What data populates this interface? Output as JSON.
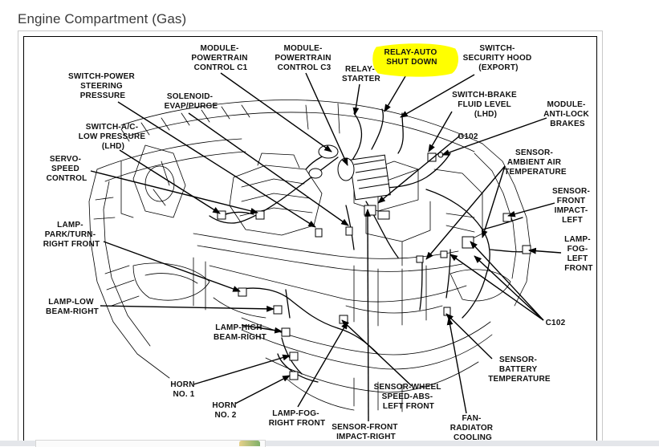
{
  "page": {
    "title": "Engine Compartment (Gas)"
  },
  "labels": {
    "module_powertrain_c1": [
      "MODULE-",
      "POWERTRAIN",
      "CONTROL C1"
    ],
    "module_powertrain_c3": [
      "MODULE-",
      "POWERTRAIN",
      "CONTROL C3"
    ],
    "relay_starter": [
      "RELAY-",
      "STARTER"
    ],
    "relay_auto_shutdown": [
      "RELAY-AUTO",
      "SHUT DOWN"
    ],
    "switch_security_hood": [
      "SWITCH-",
      "SECURITY HOOD",
      "(EXPORT)"
    ],
    "switch_power_steering": [
      "SWITCH-POWER",
      "STEERING",
      "PRESSURE"
    ],
    "solenoid_evap": [
      "SOLENOID-",
      "EVAP/PURGE"
    ],
    "switch_brake_fluid": [
      "SWITCH-BRAKE",
      "FLUID LEVEL",
      "(LHD)"
    ],
    "module_antilock": [
      "MODULE-",
      "ANTI-LOCK",
      "BRAKES"
    ],
    "switch_ac": [
      "SWITCH-A/C-",
      "LOW PRESSURE",
      "(LHD)"
    ],
    "g102": [
      "G102"
    ],
    "sensor_ambient": [
      "SENSOR-",
      "AMBIENT AIR",
      "TEMPERATURE"
    ],
    "servo_speed": [
      "SERVO-",
      "SPEED",
      "CONTROL"
    ],
    "sensor_front_impact_left": [
      "SENSOR-",
      "FRONT",
      "IMPACT-",
      "LEFT"
    ],
    "lamp_park_turn": [
      "LAMP-",
      "PARK/TURN-",
      "RIGHT FRONT"
    ],
    "lamp_fog_left": [
      "LAMP-",
      "FOG-",
      "LEFT",
      "FRONT"
    ],
    "lamp_low_beam": [
      "LAMP-LOW",
      "BEAM-RIGHT"
    ],
    "c102": [
      "C102"
    ],
    "lamp_high_beam": [
      "LAMP-HIGH",
      "BEAM-RIGHT"
    ],
    "sensor_battery_temp": [
      "SENSOR-",
      "BATTERY",
      "TEMPERATURE"
    ],
    "horn_no1": [
      "HORN",
      "NO. 1"
    ],
    "sensor_wheel_speed": [
      "SENSOR-WHEEL",
      "SPEED-ABS-",
      "LEFT FRONT"
    ],
    "horn_no2": [
      "HORN",
      "NO. 2"
    ],
    "lamp_fog_right": [
      "LAMP-FOG-",
      "RIGHT FRONT"
    ],
    "fan_radiator": [
      "FAN-",
      "RADIATOR",
      "COOLING"
    ],
    "sensor_front_impact_right": [
      "SENSOR-FRONT",
      "IMPACT-RIGHT"
    ]
  },
  "colors": {
    "highlight": "#ffff00",
    "line": "#000000"
  }
}
